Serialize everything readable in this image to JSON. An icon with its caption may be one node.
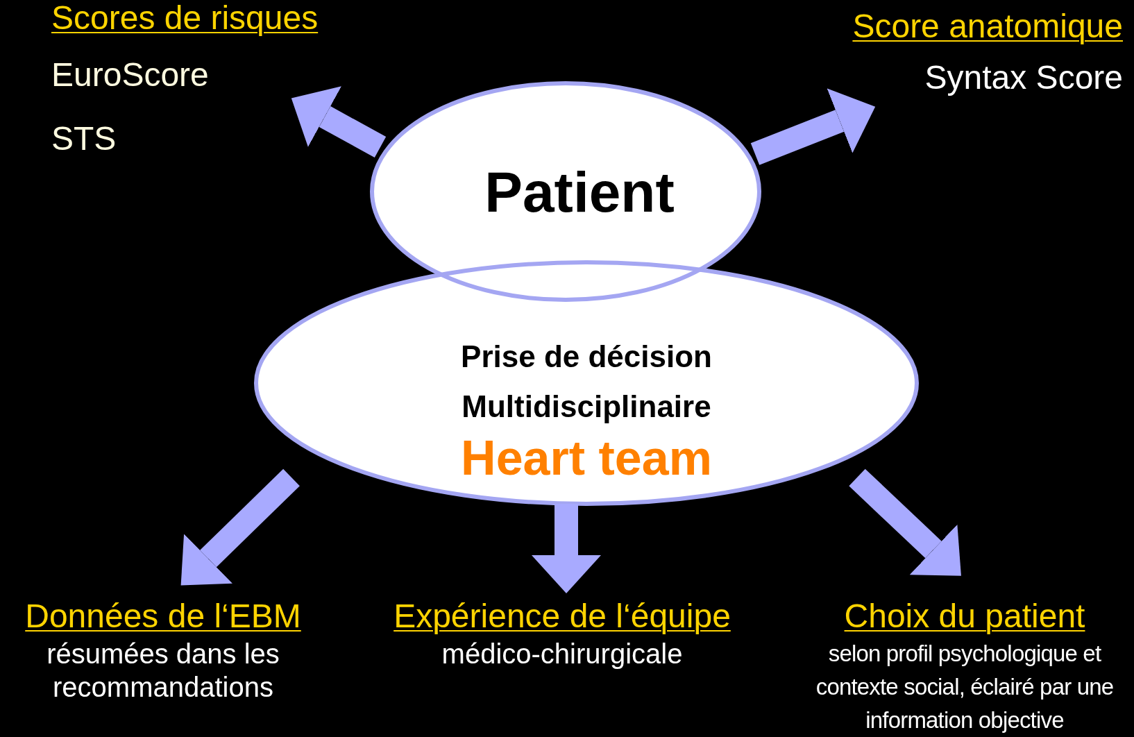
{
  "diagram": {
    "nodes": [
      {
        "text": [
          "Patient"
        ]
      },
      {
        "text": [
          "Prise de décision Multidisciplinaire",
          "Heart team"
        ]
      },
      {
        "text": [
          "Scores de risques",
          "EuroScore",
          "STS"
        ]
      },
      {
        "text": [
          "Score anatomique",
          "Syntax Score"
        ]
      },
      {
        "text": [
          "Données de l‘EBM",
          "résumées dans les recommandations"
        ]
      },
      {
        "text": [
          "Expérience de l‘équipe",
          "médico-chirurgicale"
        ]
      },
      {
        "text": [
          "Choix du patient",
          "selon profil psychologique et contexte social, éclairé par une information objective"
        ]
      }
    ],
    "edges": [
      {
        "from": 0,
        "to": 2,
        "arrow": "to"
      },
      {
        "from": 0,
        "to": 3,
        "arrow": "to"
      },
      {
        "from": 1,
        "to": 4,
        "arrow": "to"
      },
      {
        "from": 1,
        "to": 5,
        "arrow": "to"
      },
      {
        "from": 1,
        "to": 6,
        "arrow": "to"
      }
    ]
  }
}
